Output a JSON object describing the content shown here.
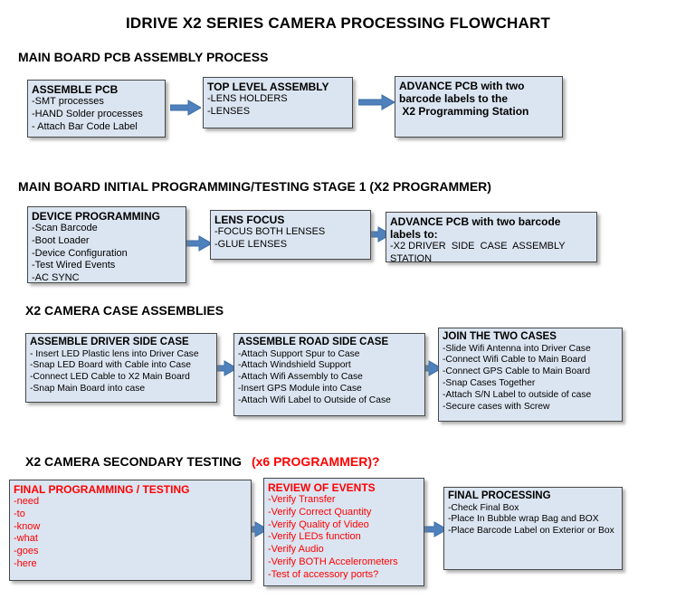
{
  "title": "IDRIVE X2  SERIES CAMERA PROCESSING FLOWCHART",
  "colors": {
    "box_fill": "#dbe5f1",
    "arrow_blue": "#4f81bd",
    "alert_red": "#ff0000"
  },
  "sections": [
    {
      "heading": "MAIN BOARD PCB ASSEMBLY PROCESS",
      "boxes": [
        {
          "title": "ASSEMBLE PCB",
          "items": [
            "-SMT processes",
            "-HAND Solder processes",
            "- Attach Bar Code Label"
          ]
        },
        {
          "title": "TOP LEVEL ASSEMBLY",
          "items": [
            "-LENS HOLDERS",
            "-LENSES"
          ]
        },
        {
          "title": "ADVANCE PCB with two barcode labels to the\n X2 Programming Station",
          "items": []
        }
      ]
    },
    {
      "heading": "MAIN BOARD INITIAL PROGRAMMING/TESTING STAGE 1 (X2 PROGRAMMER)",
      "boxes": [
        {
          "title": "DEVICE PROGRAMMING",
          "items": [
            "-Scan Barcode",
            "-Boot Loader",
            "-Device Configuration",
            "-Test Wired Events",
            "-AC SYNC"
          ]
        },
        {
          "title": "LENS FOCUS",
          "items": [
            "-FOCUS BOTH LENSES",
            "-GLUE LENSES"
          ]
        },
        {
          "title": "ADVANCE PCB with two barcode labels to:",
          "items": [
            "-X2 DRIVER  SIDE  CASE  ASSEMBLY STATION"
          ]
        }
      ]
    },
    {
      "heading": "X2 CAMERA CASE ASSEMBLIES",
      "boxes": [
        {
          "title": "ASSEMBLE DRIVER SIDE CASE",
          "items": [
            "- Insert LED Plastic lens into Driver Case",
            "-Snap LED Board with Cable into Case",
            "-Connect LED Cable to X2 Main Board",
            "-Snap Main Board into case"
          ]
        },
        {
          "title": "ASSEMBLE ROAD SIDE CASE",
          "items": [
            "-Attach Support Spur to Case",
            "-Attach Windshield Support",
            "-Attach Wifi Assembly to Case",
            "-Insert GPS Module into Case",
            "-Attach Wifi Label to Outside of Case"
          ]
        },
        {
          "title": "JOIN THE TWO CASES",
          "items": [
            "-Slide Wifi Antenna into Driver Case",
            "-Connect Wifi Cable to Main Board",
            "-Connect GPS Cable to Main Board",
            "-Snap Cases Together",
            "-Attach S/N Label to outside of case",
            "-Secure cases with Screw"
          ]
        }
      ]
    },
    {
      "heading": "X2 CAMERA SECONDARY TESTING",
      "heading_red": "(x6 PROGRAMMER)?",
      "boxes": [
        {
          "title": "FINAL PROGRAMMING / TESTING",
          "items": [
            "-need",
            "-to",
            "-know",
            "-what",
            "-goes",
            "-here"
          ]
        },
        {
          "title": "REVIEW OF EVENTS",
          "items": [
            "-Verify Transfer",
            "-Verify Correct Quantity",
            "-Verify Quality of Video",
            "-Verify LEDs function",
            "-Verify Audio",
            "-Verify BOTH Accelerometers",
            "-Test of accessory ports?"
          ]
        },
        {
          "title": "FINAL PROCESSING",
          "items": [
            "-Check Final Box",
            "-Place In Bubble wrap Bag and BOX",
            "-Place Barcode Label on Exterior or Box"
          ]
        }
      ]
    }
  ]
}
